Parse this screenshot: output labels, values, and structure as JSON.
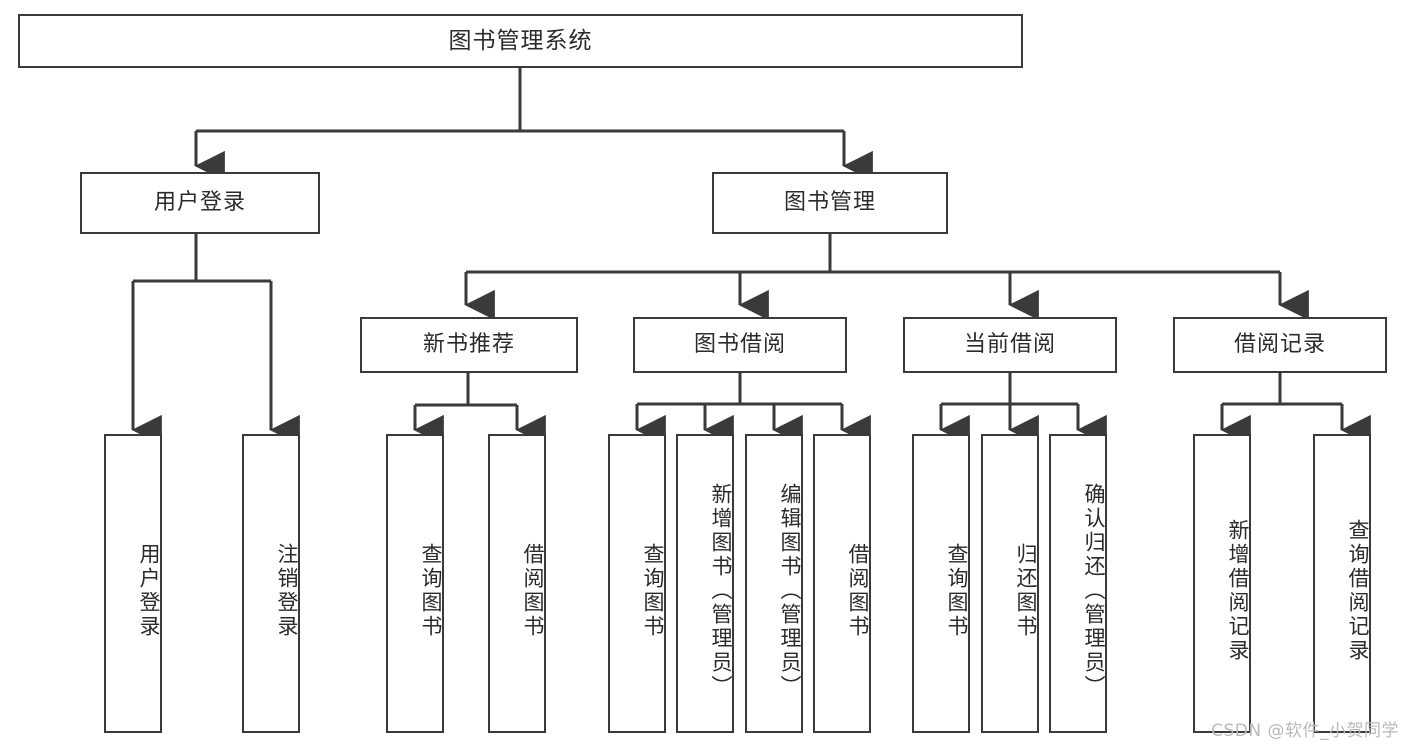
{
  "diagram": {
    "title": "图书管理系统",
    "watermark": "CSDN @软件_小贺同学",
    "colors": {
      "stroke": "#3a3a3a",
      "fill": "#ffffff",
      "text": "#2b2b2b",
      "watermark": "#b9b9b9"
    },
    "root": {
      "label": "图书管理系统"
    },
    "level1": [
      {
        "label": "用户登录"
      },
      {
        "label": "图书管理"
      }
    ],
    "level2": [
      {
        "label": "新书推荐"
      },
      {
        "label": "图书借阅"
      },
      {
        "label": "当前借阅"
      },
      {
        "label": "借阅记录"
      }
    ],
    "leaves": {
      "user_login": [
        {
          "label": "用户登录"
        },
        {
          "label": "注销登录"
        }
      ],
      "new_book": [
        {
          "label": "查询图书"
        },
        {
          "label": "借阅图书"
        }
      ],
      "book_borrow": [
        {
          "label": "查询图书"
        },
        {
          "label": "新增图书（管理员）"
        },
        {
          "label": "编辑图书（管理员）"
        },
        {
          "label": "借阅图书"
        }
      ],
      "current_borrow": [
        {
          "label": "查询图书"
        },
        {
          "label": "归还图书"
        },
        {
          "label": "确认归还（管理员）"
        }
      ],
      "borrow_record": [
        {
          "label": "新增借阅记录"
        },
        {
          "label": "查询借阅记录"
        }
      ]
    }
  }
}
